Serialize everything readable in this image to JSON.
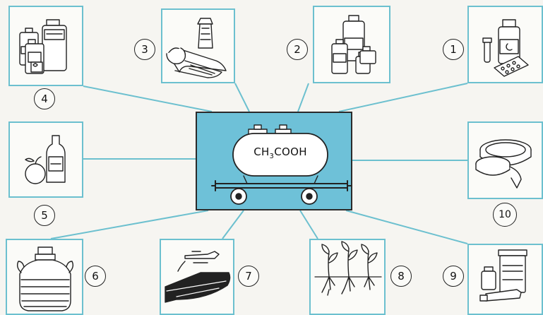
{
  "center": {
    "formula_prefix": "CH",
    "formula_sub": "3",
    "formula_suffix": "COOH"
  },
  "labels": [
    "1",
    "2",
    "3",
    "4",
    "5",
    "6",
    "7",
    "8",
    "9",
    "10"
  ],
  "colors": {
    "box_border": "#6cc0cf",
    "center_fill": "#6ec1d8",
    "connector": "#6cc0cf"
  },
  "icons": {
    "1": "medicine-bottle-pills-icon",
    "2": "chemical-bottles-icon",
    "3": "fabric-roll-icon",
    "4": "solvent-bottles-icon",
    "5": "orange-essence-bottle-icon",
    "6": "demijohn-jar-icon",
    "7": "crop-duster-plane-icon",
    "8": "seedlings-icon",
    "9": "paint-can-tube-icon",
    "10": "film-reels-icon"
  }
}
